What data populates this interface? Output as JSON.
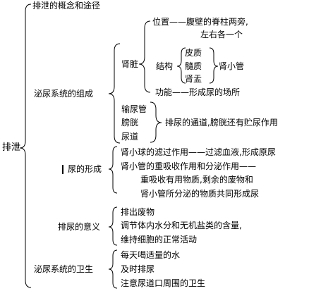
{
  "root": "排泄",
  "top": "排泄的概念和途径",
  "composition": {
    "label": "泌尿系统的组成",
    "kidney": {
      "label": "肾脏",
      "position_line1": "位置——腹壁的脊柱两旁,",
      "position_line2": "左右各一个",
      "structure_label": "结构",
      "parts": [
        "皮质",
        "髓质",
        "肾盂"
      ],
      "nephron": "肾小管",
      "function": "功能——形成尿的场所"
    },
    "ducts": [
      "输尿管",
      "膀胱",
      "尿道"
    ],
    "ducts_desc": "排尿的通道,膀胱还有贮尿作用"
  },
  "formation": {
    "label": "尿的形成",
    "lines": [
      "肾小球的滤过作用——过滤血液,形成原尿",
      "肾小管的重吸收作用和分泌作用——",
      "重吸收有用物质,剩余的废物和",
      "肾小管所分泌的物质共同形成尿"
    ]
  },
  "significance": {
    "label": "排尿的意义",
    "items": [
      "排出废物",
      "调节体内水分和无机盐类的含量,",
      "维持细胞的正常活动"
    ]
  },
  "hygiene": {
    "label": "泌尿系统的卫生",
    "items": [
      "每天喝适量的水",
      "及时排尿",
      "注意尿道口周围的卫生"
    ]
  }
}
